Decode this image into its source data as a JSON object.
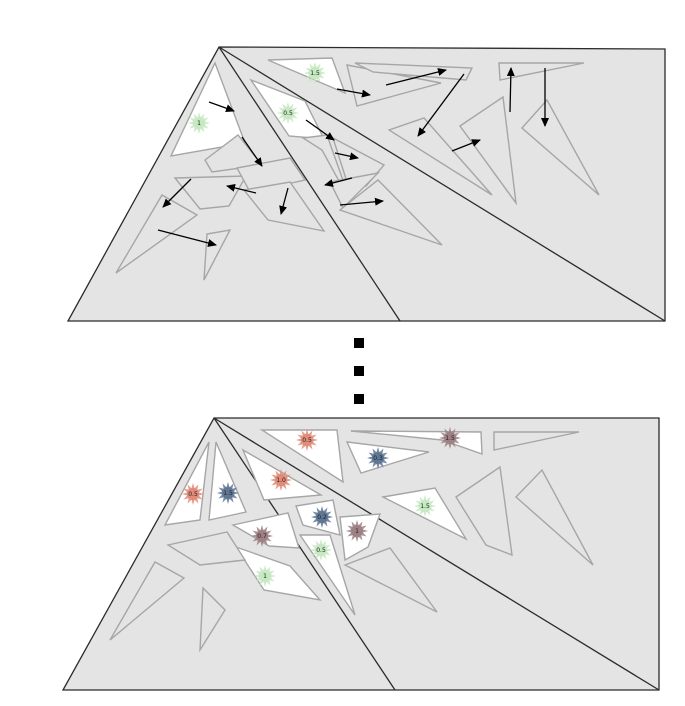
{
  "colors": {
    "panel_fill": "#e4e4e4",
    "panel_stroke": "#2b2b2b",
    "piece_fill": "#e4e4e4",
    "piece_stroke": "#a6a6a6",
    "piece_cleared_fill": "#ffffff",
    "arrow": "#000000",
    "badge_green": "#c6e9c2",
    "badge_red": "#e08c79",
    "badge_blue": "#5f7794",
    "badge_mauve": "#9e8184"
  },
  "top_panel": {
    "badges": [
      {
        "label": "1.5",
        "color": "green"
      },
      {
        "label": "1",
        "color": "green"
      },
      {
        "label": "0.5",
        "color": "green"
      }
    ]
  },
  "continuation_marks": [
    "ellipsis-dot",
    "ellipsis-dot",
    "ellipsis-dot"
  ],
  "bottom_panel": {
    "badges": [
      {
        "label": "0.5",
        "color": "red"
      },
      {
        "label": "1.5",
        "color": "mauve"
      },
      {
        "label": "0.3",
        "color": "blue"
      },
      {
        "label": "0.5",
        "color": "red"
      },
      {
        "label": "1.5",
        "color": "blue"
      },
      {
        "label": "1.0",
        "color": "red"
      },
      {
        "label": "1.5",
        "color": "green"
      },
      {
        "label": "0.7",
        "color": "mauve"
      },
      {
        "label": "0.2",
        "color": "blue"
      },
      {
        "label": "1",
        "color": "mauve"
      },
      {
        "label": "0.5",
        "color": "green"
      },
      {
        "label": "1",
        "color": "green"
      }
    ]
  }
}
